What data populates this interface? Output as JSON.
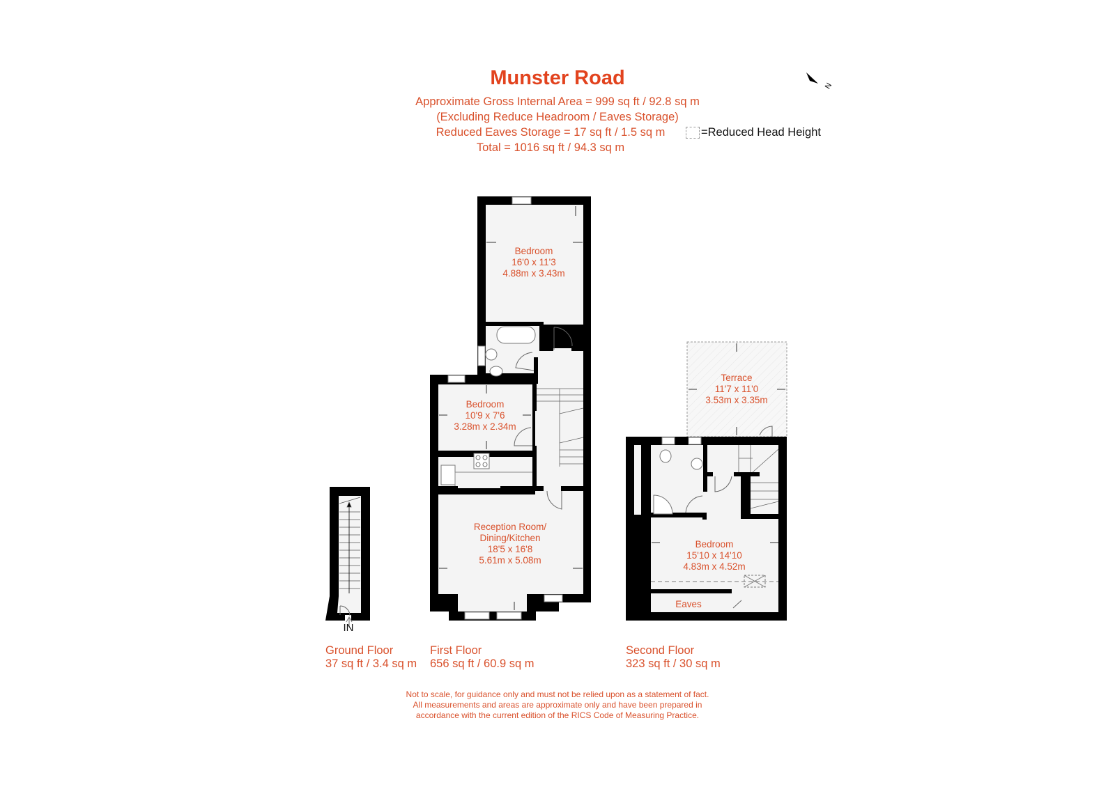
{
  "header": {
    "title": "Munster Road",
    "lines": [
      "Approximate Gross Internal Area = 999 sq ft / 92.8 sq m",
      "(Excluding Reduce Headroom / Eaves Storage)",
      "Reduced Eaves Storage = 17 sq ft / 1.5 sq m",
      "Total = 1016 sq ft / 94.3 sq m"
    ],
    "legend": "=Reduced Head Height",
    "north_label": "N"
  },
  "colors": {
    "title": "#e2431e",
    "text": "#d9512c",
    "wall": "#000000",
    "floor_fill": "#f4f4f4"
  },
  "floors": [
    {
      "name": "Ground Floor",
      "area": "37 sq ft / 3.4 sq m",
      "entrance_label": "IN",
      "rooms": []
    },
    {
      "name": "First Floor",
      "area": "656 sq ft / 60.9 sq m",
      "rooms": [
        {
          "name": "Bedroom",
          "imperial": "16'0 x 11'3",
          "metric": "4.88m x 3.43m"
        },
        {
          "name": "Bedroom",
          "imperial": "10'9 x 7'6",
          "metric": "3.28m x 2.34m"
        },
        {
          "name": "Reception Room/",
          "name2": "Dining/Kitchen",
          "imperial": "18'5 x 16'8",
          "metric": "5.61m x 5.08m"
        }
      ]
    },
    {
      "name": "Second Floor",
      "area": "323 sq ft / 30 sq m",
      "rooms": [
        {
          "name": "Terrace",
          "imperial": "11'7 x 11'0",
          "metric": "3.53m x 3.35m"
        },
        {
          "name": "Bedroom",
          "imperial": "15'10 x 14'10",
          "metric": "4.83m x 4.52m"
        },
        {
          "name": "Eaves"
        }
      ]
    }
  ],
  "disclaimer": [
    "Not to scale, for guidance only and must not be relied upon as a statement of fact.",
    "All measurements and areas are approximate only and have been prepared in",
    "accordance with the current edition of the RICS Code of Measuring Practice."
  ]
}
